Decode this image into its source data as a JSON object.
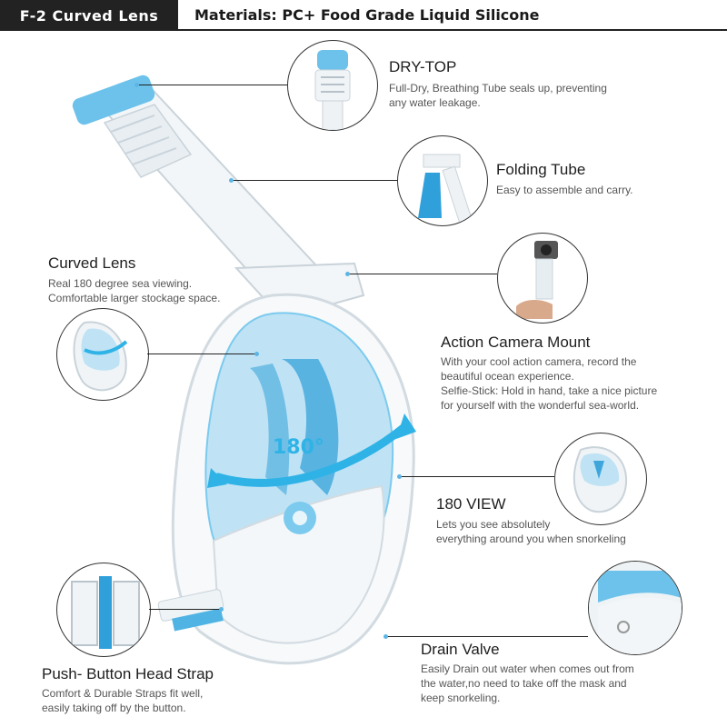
{
  "header": {
    "tag": "F-2 Curved Lens",
    "materials": "Materials: PC+ Food Grade Liquid Silicone"
  },
  "badge": {
    "angle": "180°"
  },
  "callouts": {
    "dry_top": {
      "title": "DRY-TOP",
      "lines": [
        "Full-Dry, Breathing Tube seals up, preventing",
        "any water leakage."
      ]
    },
    "folding_tube": {
      "title": "Folding Tube",
      "lines": [
        "Easy to assemble and carry."
      ]
    },
    "curved_lens": {
      "title": "Curved Lens",
      "lines": [
        "Real 180 degree sea viewing.",
        "Comfortable larger stockage space."
      ]
    },
    "action_camera": {
      "title": "Action Camera Mount",
      "lines": [
        "With your cool action camera, record the",
        "beautiful ocean experience.",
        "Selfie-Stick: Hold in hand, take a nice picture",
        "for yourself with the wonderful sea-world."
      ]
    },
    "view_180": {
      "title": "180 VIEW",
      "lines": [
        "Lets you see absolutely",
        "everything around you when snorkeling"
      ]
    },
    "drain_valve": {
      "title": "Drain Valve",
      "lines": [
        "Easily Drain out water when comes out from",
        "the water,no need to take off the mask and",
        "keep snorkeling."
      ]
    },
    "head_strap": {
      "title": "Push- Button Head Strap",
      "lines": [
        "Comfort & Durable Straps fit well,",
        "easily taking off by the button."
      ]
    }
  },
  "colors": {
    "accent_blue": "#5bb6e6",
    "deep_blue": "#1f9fd8",
    "lens_blue": "#bfe3f5",
    "header_black": "#222222"
  }
}
